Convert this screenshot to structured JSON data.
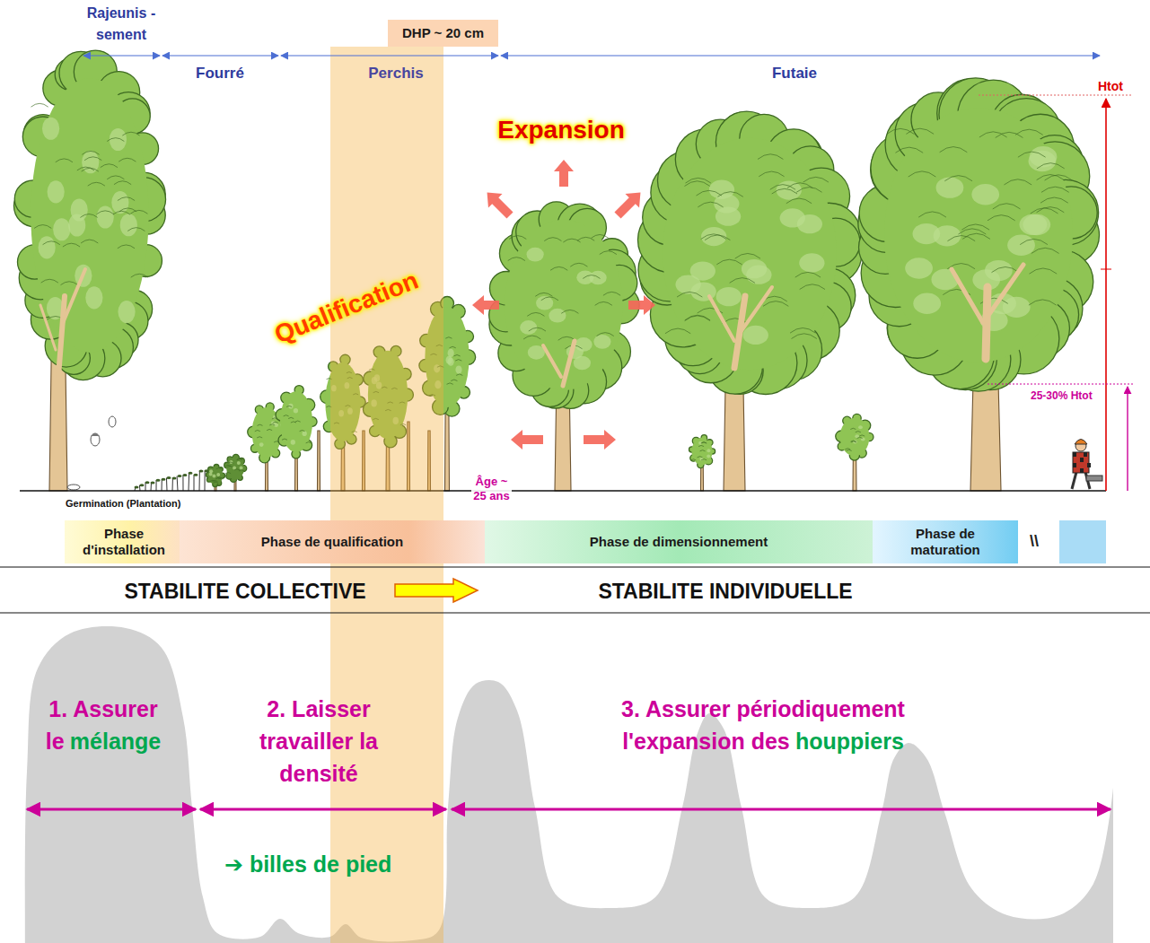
{
  "diagram": {
    "nodes": [
      {
        "text": [
          "DHP ~ 20 cm"
        ]
      },
      {
        "text": [
          "Phase d'installation"
        ]
      },
      {
        "text": [
          "Phase de qualification"
        ]
      },
      {
        "text": [
          "Phase de dimensionnement"
        ]
      },
      {
        "text": [
          "Phase de maturation"
        ]
      }
    ],
    "labels": [
      "Rajeunis -sement",
      "Fourré",
      "Perchis",
      "Futaie",
      "Htot",
      "Expansion",
      "Qualification",
      "25-30% Htot",
      "Germination (Plantation)",
      "Âge ~ 25 ans",
      "\\\\",
      "STABILITE COLLECTIVE",
      "STABILITE INDIVIDUELLE",
      "1. Assurer le",
      "mélange",
      "2. Laisser travailler la densité",
      "3. Assurer périodiquement l'expansion des",
      "houppiers",
      "➔ billes de pied"
    ]
  }
}
